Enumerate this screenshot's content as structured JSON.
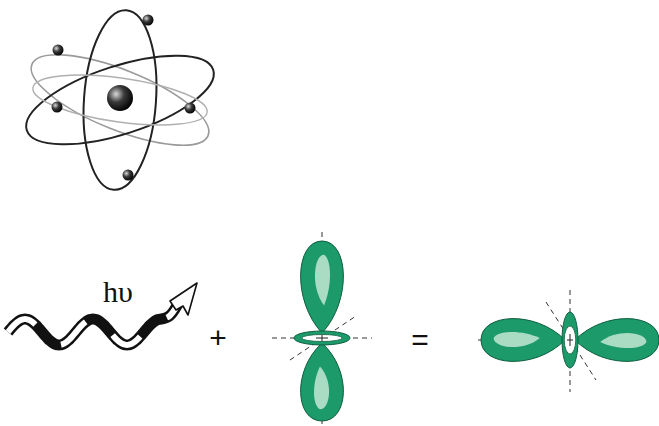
{
  "diagram": {
    "labels": [
      "hυ",
      "+",
      "="
    ]
  }
}
